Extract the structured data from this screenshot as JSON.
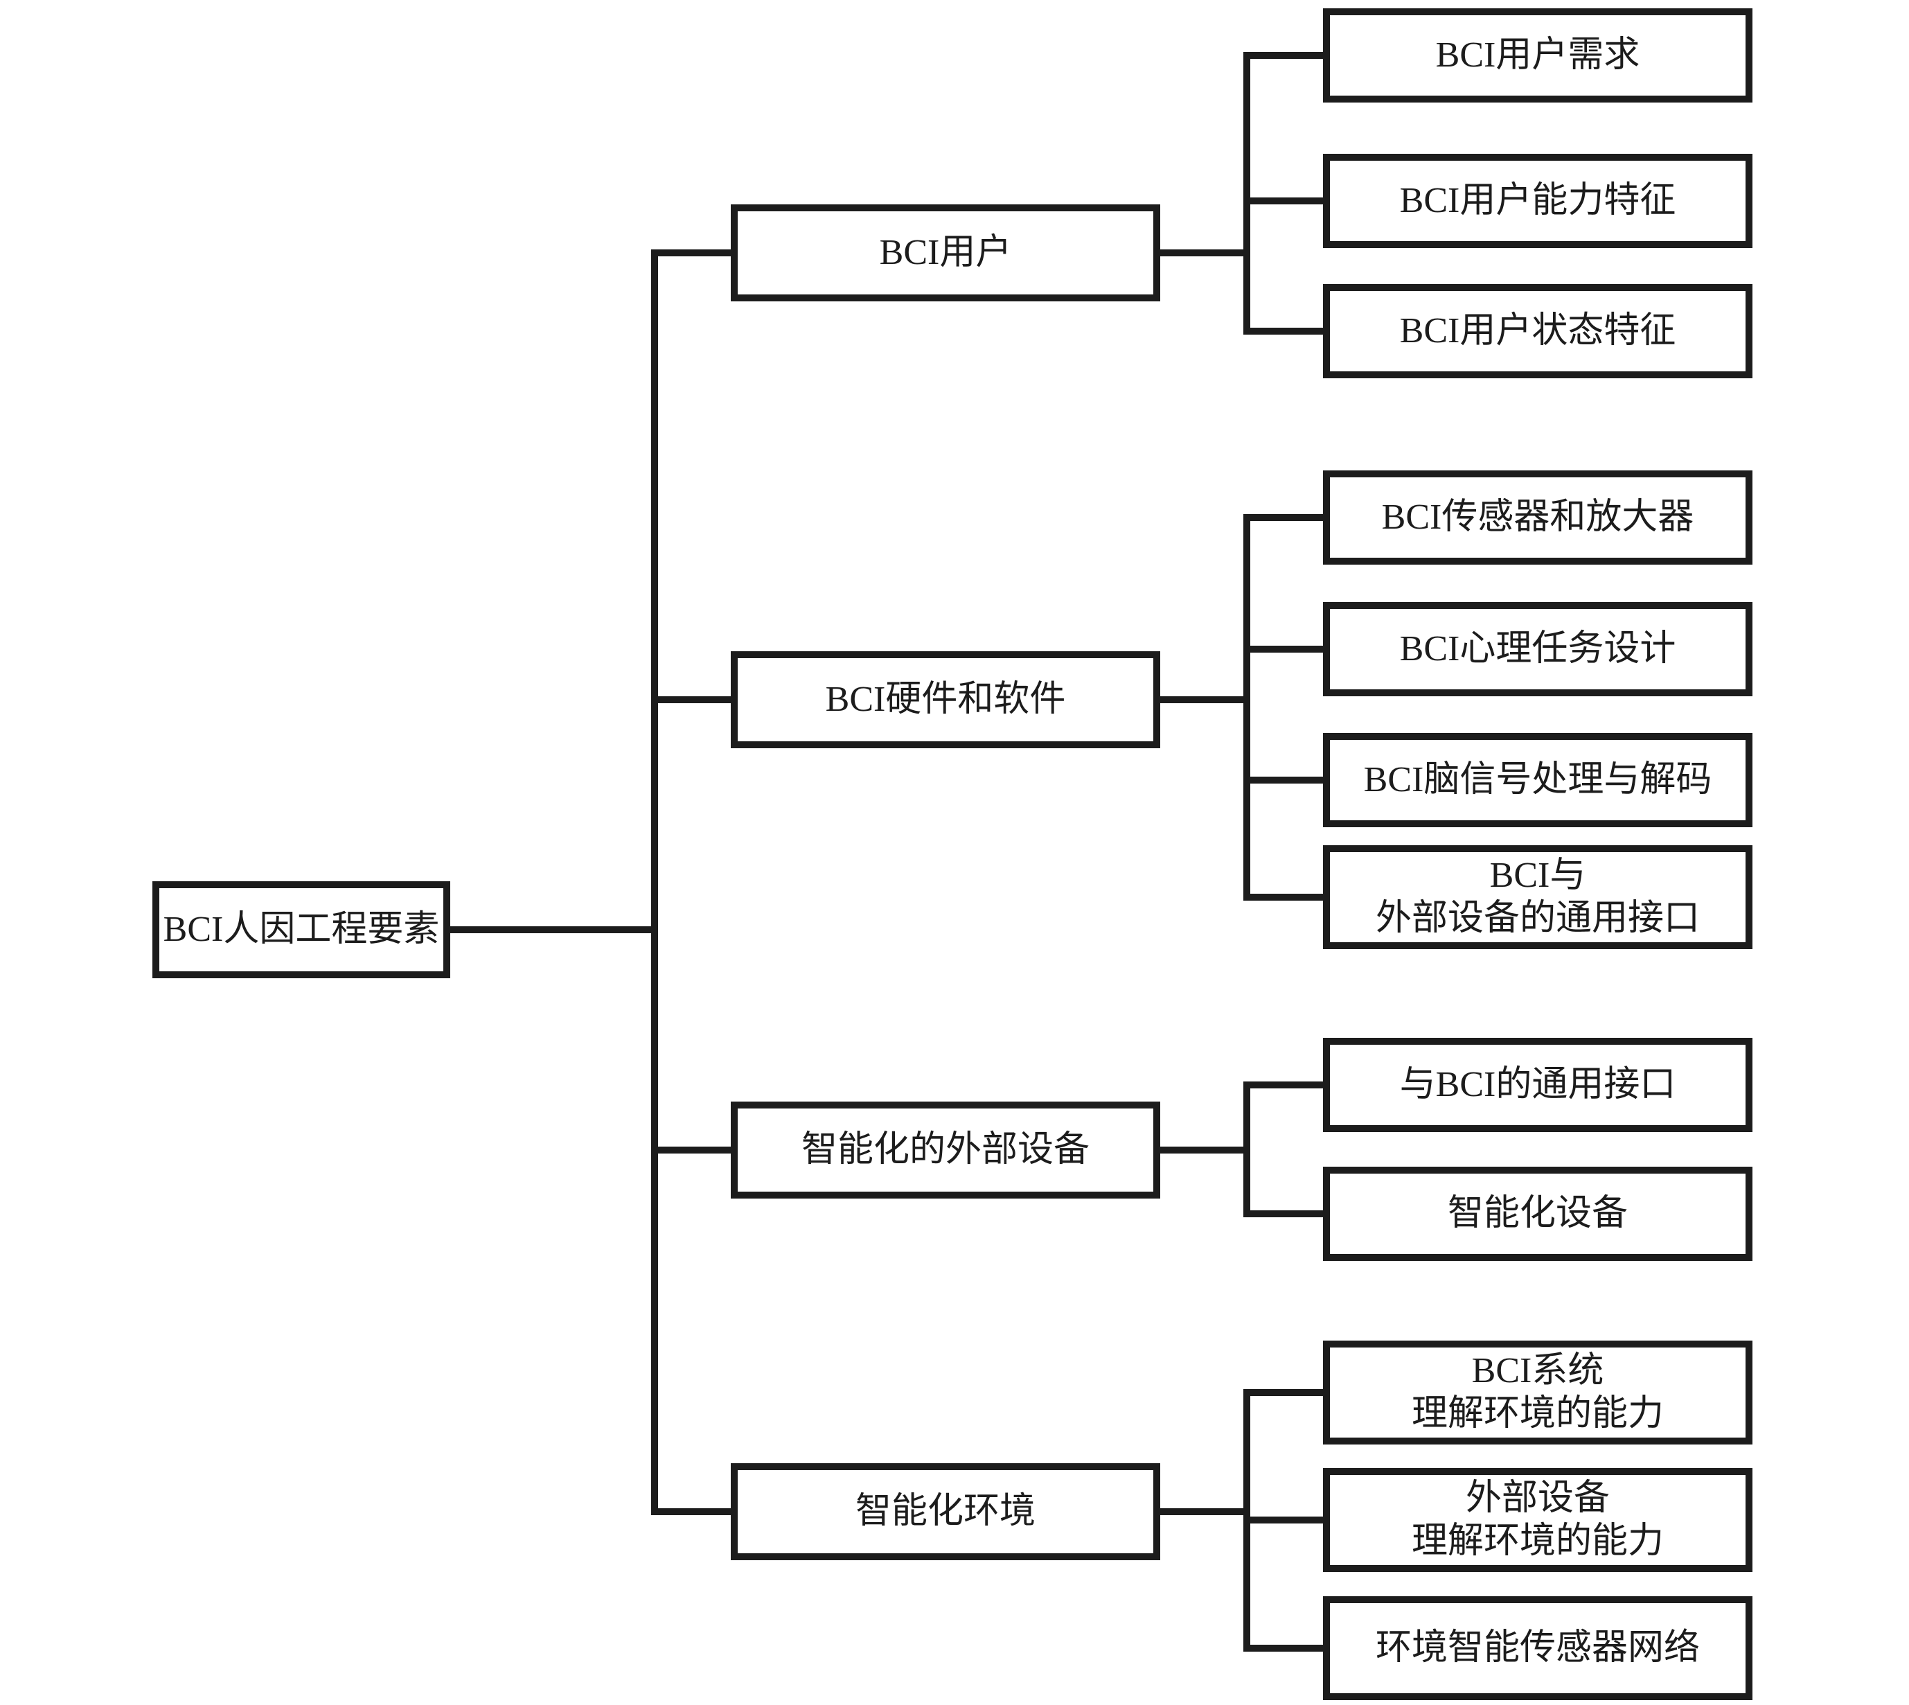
{
  "tree": {
    "root": {
      "label": "BCI人因工程要素"
    },
    "branches": [
      {
        "label": "BCI用户",
        "children": [
          {
            "label": "BCI用户需求"
          },
          {
            "label": "BCI用户能力特征"
          },
          {
            "label": "BCI用户状态特征"
          }
        ]
      },
      {
        "label": "BCI硬件和软件",
        "children": [
          {
            "label": "BCI传感器和放大器"
          },
          {
            "label": "BCI心理任务设计"
          },
          {
            "label": "BCI脑信号处理与解码"
          },
          {
            "label": "BCI与\n外部设备的通用接口"
          }
        ]
      },
      {
        "label": "智能化的外部设备",
        "children": [
          {
            "label": "与BCI的通用接口"
          },
          {
            "label": "智能化设备"
          }
        ]
      },
      {
        "label": "智能化环境",
        "children": [
          {
            "label": "BCI系统\n理解环境的能力"
          },
          {
            "label": "外部设备\n理解环境的能力"
          },
          {
            "label": "环境智能传感器网络"
          }
        ]
      }
    ]
  },
  "colors": {
    "line": "#1c1c1c",
    "box_border": "#1c1c1c",
    "box_fill": "#ffffff",
    "text": "#1c1c1c",
    "background": "#ffffff"
  }
}
